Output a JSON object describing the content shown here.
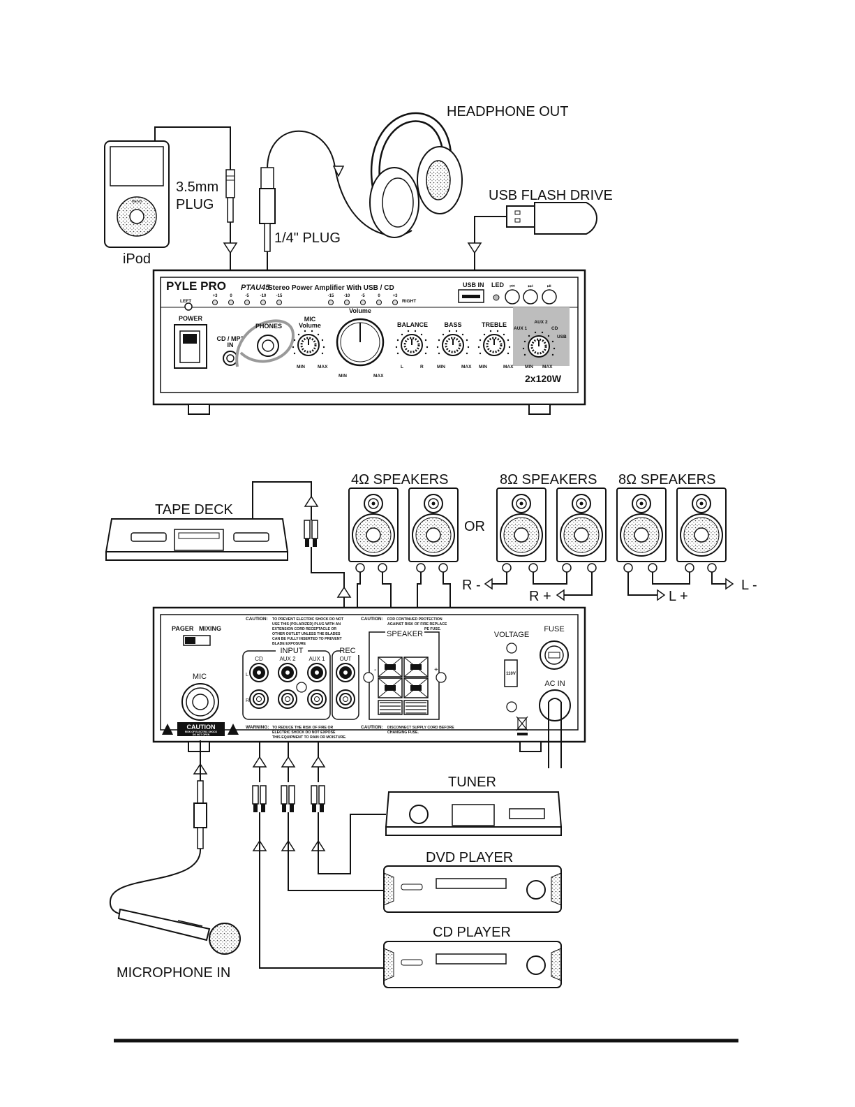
{
  "top": {
    "headphone_out": "HEADPHONE OUT",
    "usb_flash_drive": "USB FLASH DRIVE",
    "plug_35": "3.5mm",
    "plug_35b": "PLUG",
    "plug_quarter": "1/4\" PLUG",
    "ipod": "iPod",
    "ipod_menu": "MENU"
  },
  "front_panel": {
    "brand": "PYLE PRO",
    "model": "PTAU45",
    "description": "Stereo  Power Amplifier With USB / CD",
    "usb_in": "USB IN",
    "led": "LED",
    "prev_icon": "⏮",
    "next_icon": "⏭",
    "play_icon": "⏯",
    "left": "LEFT",
    "right": "RIGHT",
    "meter_left": [
      "+3",
      "0",
      "-5",
      "-10",
      "-15"
    ],
    "meter_right": [
      "-15",
      "-10",
      "-5",
      "0",
      "+3"
    ],
    "power": "POWER",
    "cd_mp3": "CD / MP3",
    "cd_in": "IN",
    "phones": "PHONES",
    "mic": "MIC",
    "mic_volume": "Volume",
    "volume": "Volume",
    "balance": "BALANCE",
    "bass": "BASS",
    "treble": "TREBLE",
    "aux2": "AUX 2",
    "aux1": "AUX 1",
    "cd": "CD",
    "usb": "USB",
    "min": "MIN",
    "max": "MAX",
    "l": "L",
    "r": "R",
    "power_rating": "2x120W"
  },
  "bottom": {
    "tape_deck": "TAPE DECK",
    "speakers_4": "4Ω  SPEAKERS",
    "speakers_8a": "8Ω  SPEAKERS",
    "speakers_8b": "8Ω  SPEAKERS",
    "or": "OR",
    "r_minus": "R -",
    "r_plus": "R +",
    "l_plus": "L +",
    "l_minus": "L -",
    "tuner": "TUNER",
    "dvd_player": "DVD PLAYER",
    "cd_player": "CD PLAYER",
    "microphone_in": "MICROPHONE IN"
  },
  "rear_panel": {
    "pager": "PAGER",
    "mixing": "MIXING",
    "mic": "MIC",
    "caution1": "CAUTION:",
    "caution1_text": [
      "TO PREVENT ELECTRIC SHOCK DO NOT",
      "USE THIS (POLARIZED) PLUG WITH AN",
      "EXTENSION CORD RECEPTACLE OR",
      "OTHER OUTLET UNLESS THE BLADES",
      "CAN BE FULLY INSERTED TO PREVENT",
      "BLADE EXPOSURE"
    ],
    "caution2": "CAUTION:",
    "caution2_text": [
      "FOR CONTINUED PROTECTION",
      "AGAINST RISK OF FIRE REPLACE",
      "ONLY WITH SAME TYPE FUSE."
    ],
    "input": "INPUT",
    "rec": "REC",
    "in_cd": "CD",
    "in_aux2": "AUX 2",
    "in_aux1": "AUX 1",
    "rec_out": "OUT",
    "speaker": "SPEAKER",
    "voltage": "VOLTAGE",
    "v110": "110V",
    "fuse": "FUSE",
    "ac_in": "AC IN",
    "caution_box": "CAUTION",
    "caution_box_sub1": "RISK OF ELECTRIC SHOCK",
    "caution_box_sub2": "DO NOT OPEN",
    "warning": "WARNING:",
    "warning_text": [
      "TO REDUCE THE RISK OF FIRE OR",
      "ELECTRIC SHOCK DO NOT EXPOSE",
      "THIS EQUIPMENT TO RAIN OR MOISTURE."
    ],
    "caution3": "CAUTION:",
    "caution3_text": [
      "DISCONNECT SUPPLY CORD BEFORE",
      "CHANGING FUSE."
    ],
    "l": "L",
    "r": "R",
    "plus": "+",
    "minus": "-"
  }
}
